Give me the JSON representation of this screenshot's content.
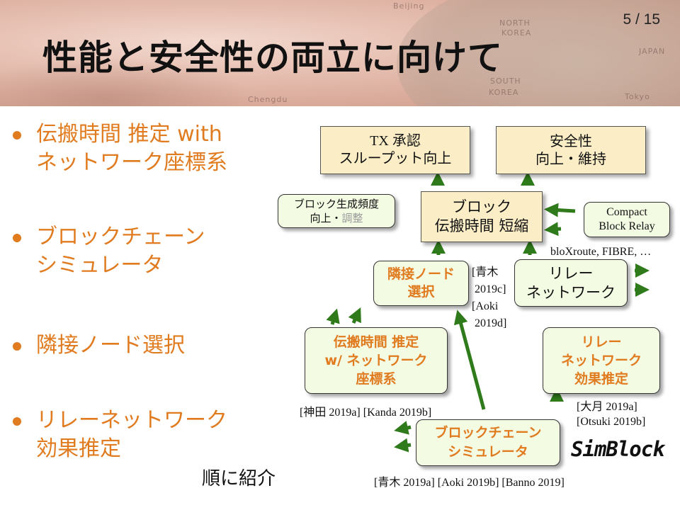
{
  "title": "性能と安全性の両立に向けて",
  "page_number": "5 / 15",
  "map_labels": [
    "Beijing",
    "NORTH",
    "KOREA",
    "SOUTH",
    "KOREA",
    "JAPAN",
    "Tokyo",
    "Chengdu"
  ],
  "bullets": [
    [
      "伝搬時間 推定 with",
      "ネットワーク座標系"
    ],
    [
      "ブロックチェーン",
      "シミュレータ"
    ],
    [
      "隣接ノード選択"
    ],
    [
      "リレーネットワーク",
      "効果推定"
    ]
  ],
  "footer_note": "順に紹介",
  "diagram": {
    "tx_box": [
      "TX 承認",
      "スループット向上"
    ],
    "security_box": [
      "安全性",
      "向上・維持"
    ],
    "block_freq_box": [
      "ブロック生成頻度",
      "向上・",
      "調整"
    ],
    "propagation_box": [
      "ブロック",
      "伝搬時間 短縮"
    ],
    "compact_box": [
      "Compact",
      "Block Relay"
    ],
    "relay_examples": "bloXroute, FIBRE, …",
    "neighbor_box": [
      "隣接ノード",
      "選択"
    ],
    "relay_net_box": [
      "リレー",
      "ネットワーク"
    ],
    "estimate_box": [
      "伝搬時間 推定",
      "w/ ネットワーク",
      "座標系"
    ],
    "relay_effect_box": [
      "リレー",
      "ネットワーク",
      "効果推定"
    ],
    "simulator_box": [
      "ブロックチェーン",
      "シミュレータ"
    ],
    "refs": {
      "neighbor": [
        "[青木",
        "2019c]",
        "[Aoki",
        "2019d]"
      ],
      "estimate": "[神田 2019a] [Kanda 2019b]",
      "relay_effect": [
        "[大月 2019a]",
        "[Otsuki 2019b]"
      ],
      "simulator": "[青木 2019a] [Aoki 2019b] [Banno 2019]"
    },
    "logo": "SimBlock"
  },
  "colors": {
    "accent": "#e07b20",
    "arrow_green": "#2f7a1a",
    "yellow_box": "#fbeec7",
    "green_box": "#f3fbe3"
  }
}
